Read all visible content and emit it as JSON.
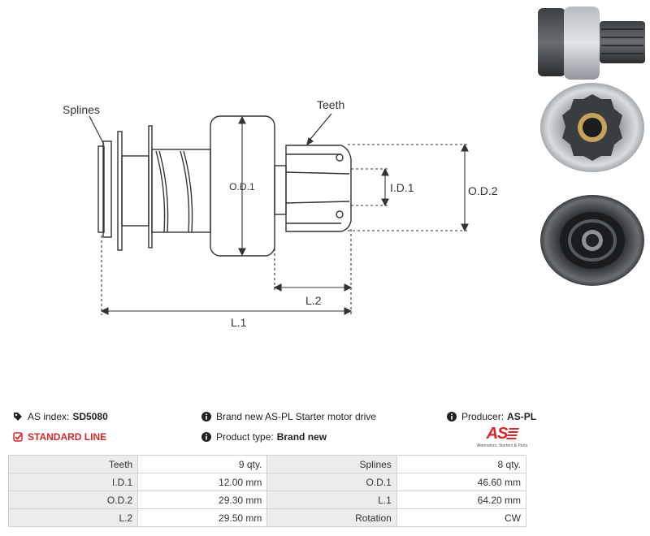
{
  "diagram": {
    "splines_label": "Splines",
    "teeth_label": "Teeth",
    "od1_label": "O.D.1",
    "id1_label": "I.D.1",
    "od2_label": "O.D.2",
    "l2_label": "L.2",
    "l1_label": "L.1"
  },
  "info": {
    "as_index_label": "AS index:",
    "as_index_value": "SD5080",
    "line_name": "STANDARD LINE",
    "description": "Brand new AS-PL Starter motor drive",
    "product_type_label": "Product type:",
    "product_type_value": "Brand new",
    "producer_label": "Producer:",
    "producer_value": "AS-PL",
    "logo_mark": "AS",
    "logo_tagline": "Alternators, Starters & Parts"
  },
  "specs": [
    {
      "label1": "Teeth",
      "value1": "9 qty.",
      "label2": "Splines",
      "value2": "8 qty."
    },
    {
      "label1": "I.D.1",
      "value1": "12.00 mm",
      "label2": "O.D.1",
      "value2": "46.60 mm"
    },
    {
      "label1": "O.D.2",
      "value1": "29.30 mm",
      "label2": "L.1",
      "value2": "64.20 mm"
    },
    {
      "label1": "L.2",
      "value1": "29.50 mm",
      "label2": "Rotation",
      "value2": "CW"
    }
  ],
  "colors": {
    "accent_red": "#d8262c",
    "table_label_bg": "#ececec"
  }
}
